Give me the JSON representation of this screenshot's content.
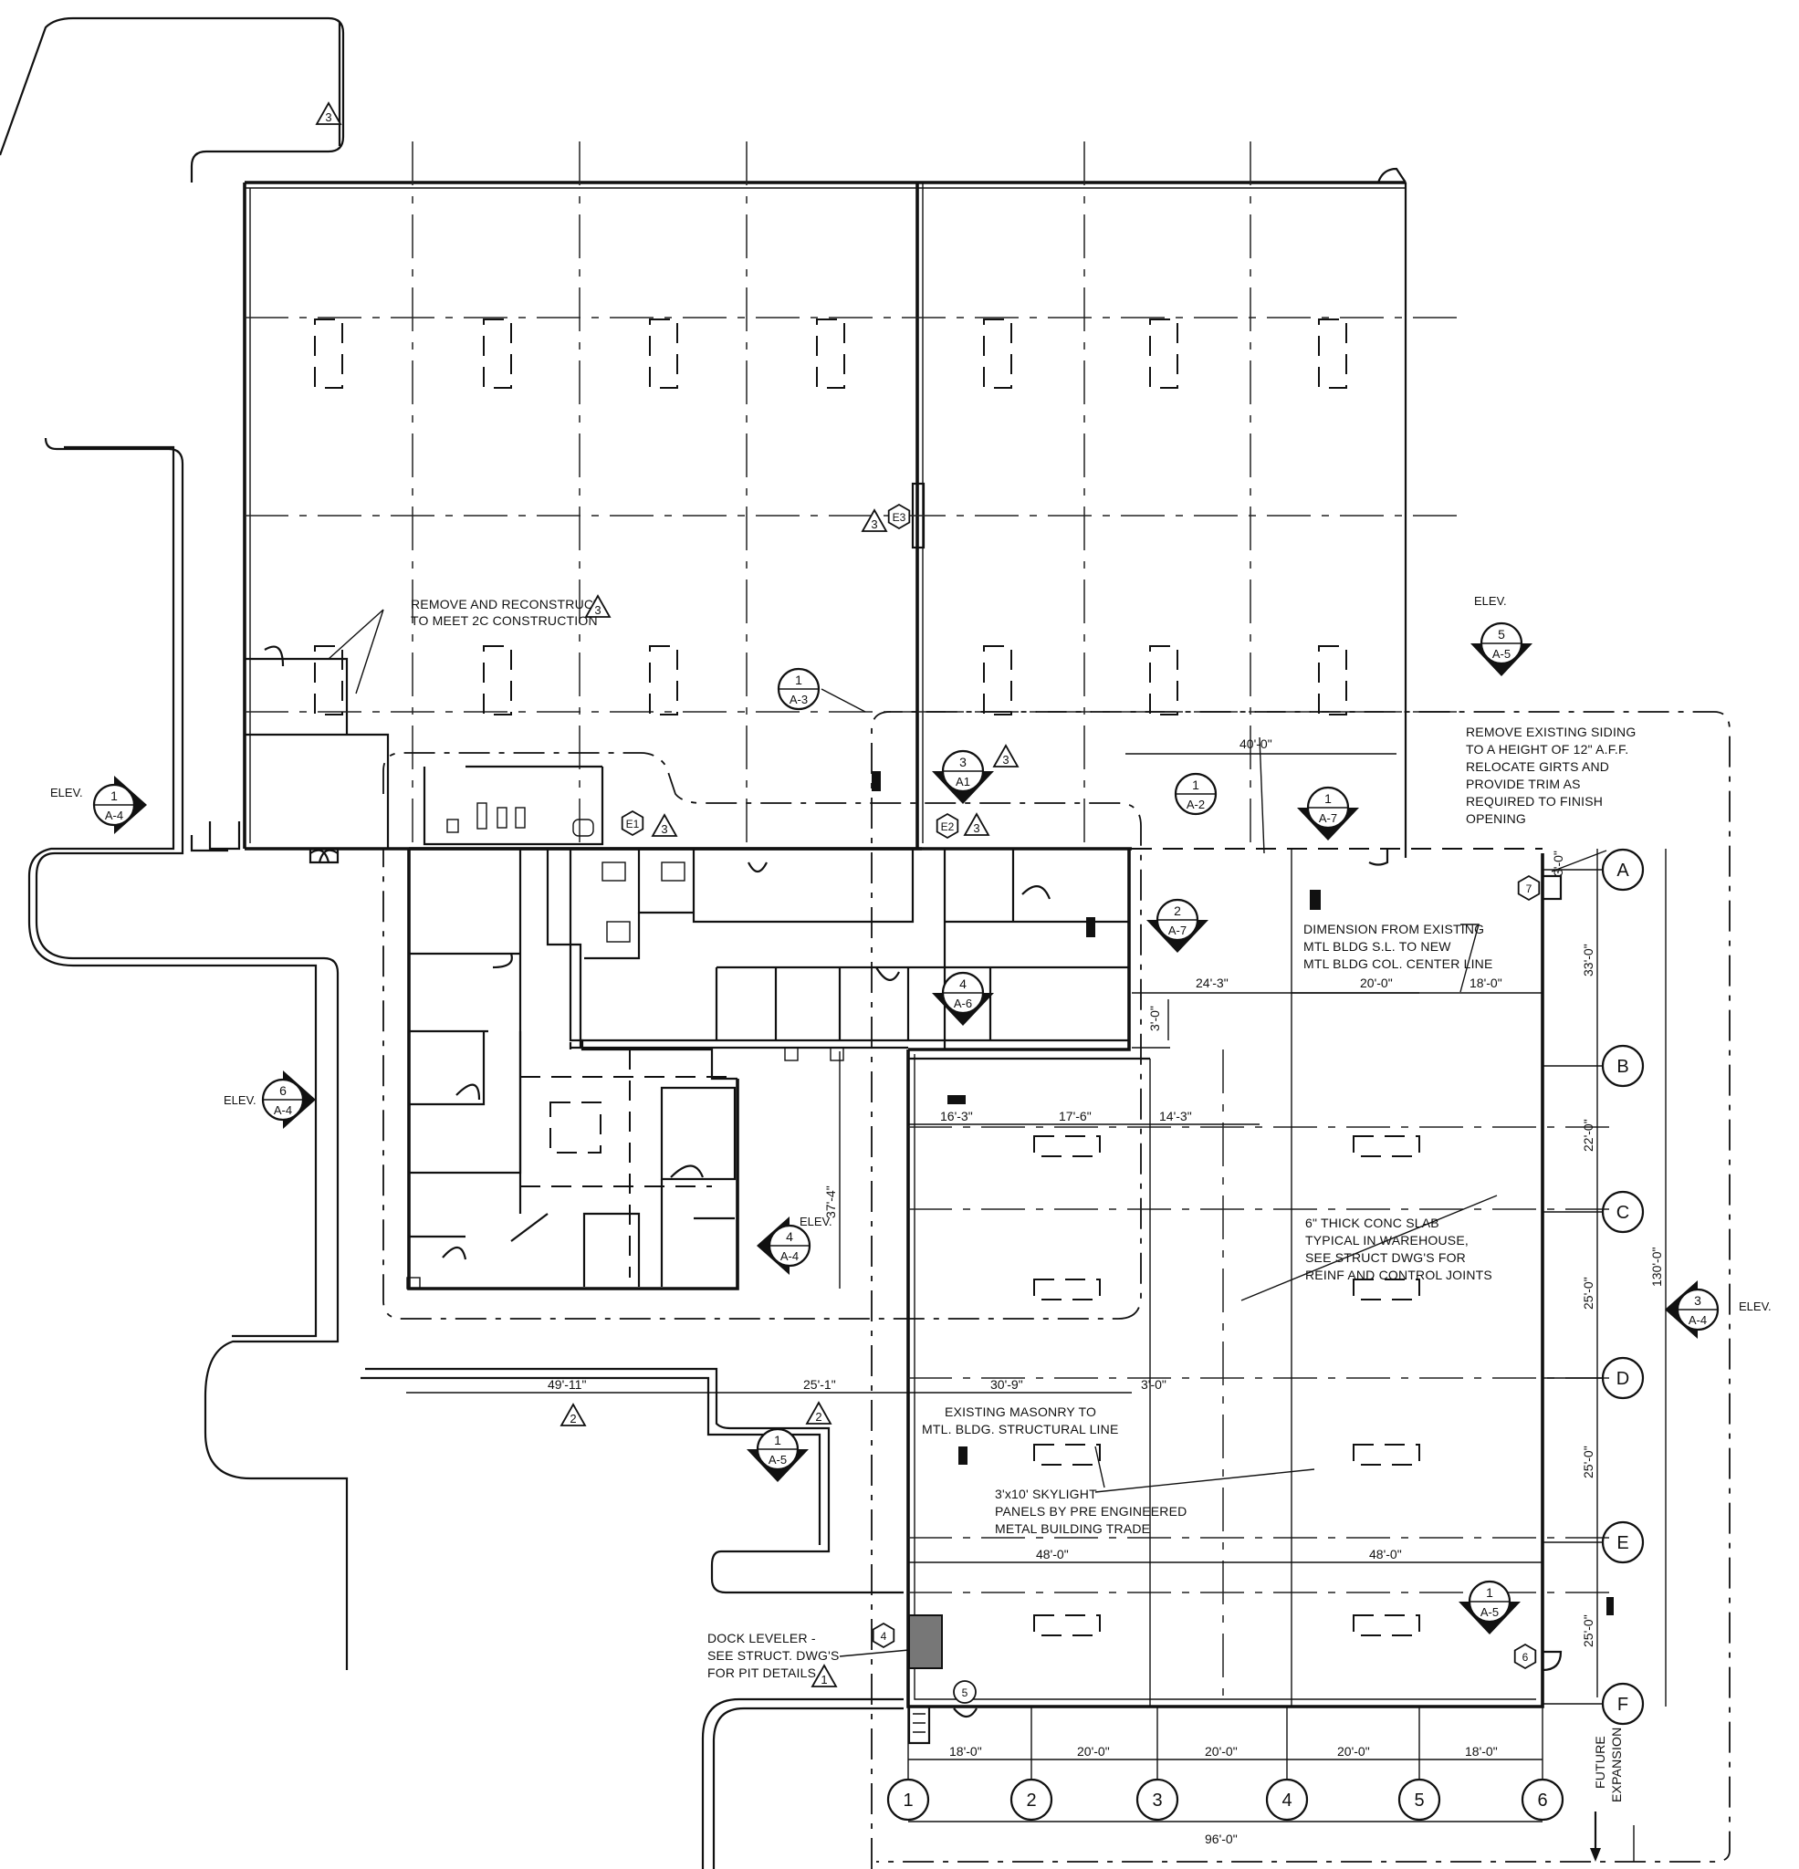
{
  "notes": {
    "remove_reconstruct": [
      "REMOVE AND RECONSTRUCT",
      "TO MEET 2C CONSTRUCTION"
    ],
    "remove_siding": [
      "REMOVE EXISTING SIDING",
      "TO A HEIGHT OF 12\" A.F.F.",
      "RELOCATE GIRTS AND",
      "PROVIDE TRIM AS",
      "REQUIRED TO FINISH",
      "OPENING"
    ],
    "dimension_note": [
      "DIMENSION FROM EXISTING",
      "MTL BLDG S.L. TO NEW",
      "MTL BLDG COL. CENTER LINE"
    ],
    "slab": [
      "6\" THICK CONC SLAB",
      "TYPICAL IN WAREHOUSE,",
      "SEE STRUCT DWG'S FOR",
      "REINF AND CONTROL JOINTS"
    ],
    "masonry": [
      "EXISTING MASONRY TO",
      "MTL. BLDG. STRUCTURAL LINE"
    ],
    "skylight": [
      "3'x10' SKYLIGHT",
      "PANELS BY PRE ENGINEERED",
      "METAL BUILDING TRADE"
    ],
    "dock": [
      "DOCK LEVELER -",
      "SEE STRUCT. DWG'S",
      "FOR PIT DETAILS"
    ],
    "future": [
      "FUTURE",
      "EXPANSION"
    ]
  },
  "elevation_label": "ELEV.",
  "markers": {
    "elev_1_a4": {
      "num": "1",
      "sheet": "A-4"
    },
    "elev_6_a4": {
      "num": "6",
      "sheet": "A-4"
    },
    "elev_4_a4": {
      "num": "4",
      "sheet": "A-4"
    },
    "elev_3_a4": {
      "num": "3",
      "sheet": "A-4"
    },
    "elev_5_a5": {
      "num": "5",
      "sheet": "A-5"
    },
    "sect_1_a3": {
      "num": "1",
      "sheet": "A-3"
    },
    "sect_3_a1": {
      "num": "3",
      "sheet": "A1"
    },
    "sect_1_a2": {
      "num": "1",
      "sheet": "A-2"
    },
    "sect_1_a7": {
      "num": "1",
      "sheet": "A-7"
    },
    "sect_2_a7": {
      "num": "2",
      "sheet": "A-7"
    },
    "sect_4_a6": {
      "num": "4",
      "sheet": "A-6"
    },
    "sect_1_a5_left": {
      "num": "1",
      "sheet": "A-5"
    },
    "sect_1_a5_right": {
      "num": "1",
      "sheet": "A-5"
    }
  },
  "revision_tags": [
    "3",
    "3",
    "3",
    "3",
    "3",
    "3",
    "2",
    "2",
    "1"
  ],
  "keynotes": {
    "e1": "E1",
    "e2": "E2",
    "e3": "E3",
    "k4": "4",
    "k5": "5",
    "k6": "6",
    "k7": "7"
  },
  "grid_rows": [
    "A",
    "B",
    "C",
    "D",
    "E",
    "F"
  ],
  "grid_cols": [
    "1",
    "2",
    "3",
    "4",
    "5",
    "6"
  ],
  "dimensions": {
    "top_40": "40'-0\"",
    "d24_3": "24'-3\"",
    "d20_0": "20'-0\"",
    "d18_0": "18'-0\"",
    "d3_0_v": "3'-0\"",
    "d16_3": "16'-3\"",
    "d17_6": "17'-6\"",
    "d14_3": "14'-3\"",
    "d37_4": "37'-4\"",
    "d49_11": "49'-11\"",
    "d25_1": "25'-1\"",
    "d30_9": "30'-9\"",
    "d3_0_h": "3'-0\"",
    "d48_left": "48'-0\"",
    "d48_right": "48'-0\"",
    "right_33": "33'-0\"",
    "right_22": "22'-0\"",
    "right_25a": "25'-0\"",
    "right_25b": "25'-0\"",
    "right_25c": "25'-0\"",
    "right_130": "130'-0\"",
    "right_3_0": "3'-0\"",
    "bottom": [
      "18'-0\"",
      "20'-0\"",
      "20'-0\"",
      "20'-0\"",
      "18'-0\""
    ],
    "bottom_total": "96'-0\""
  }
}
